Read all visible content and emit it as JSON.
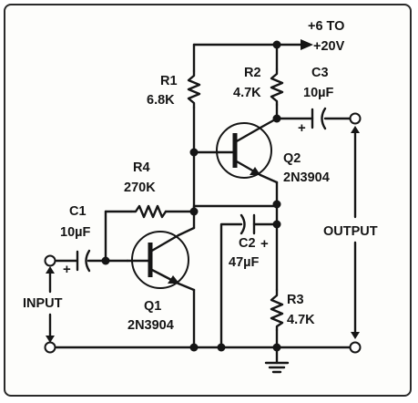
{
  "supply": {
    "line1": "+6 TO",
    "line2": "+20V"
  },
  "r1": {
    "name": "R1",
    "value": "6.8K"
  },
  "r2": {
    "name": "R2",
    "value": "4.7K"
  },
  "r3": {
    "name": "R3",
    "value": "4.7K"
  },
  "r4": {
    "name": "R4",
    "value": "270K"
  },
  "c1": {
    "name": "C1",
    "value": "10µF"
  },
  "c2": {
    "name": "C2",
    "value": "47µF"
  },
  "c3": {
    "name": "C3",
    "value": "10µF"
  },
  "q1": {
    "name": "Q1",
    "part": "2N3904"
  },
  "q2": {
    "name": "Q2",
    "part": "2N3904"
  },
  "input_label": "INPUT",
  "output_label": "OUTPUT",
  "polarity": {
    "c1": "+",
    "c2": "+",
    "c3": "+"
  }
}
